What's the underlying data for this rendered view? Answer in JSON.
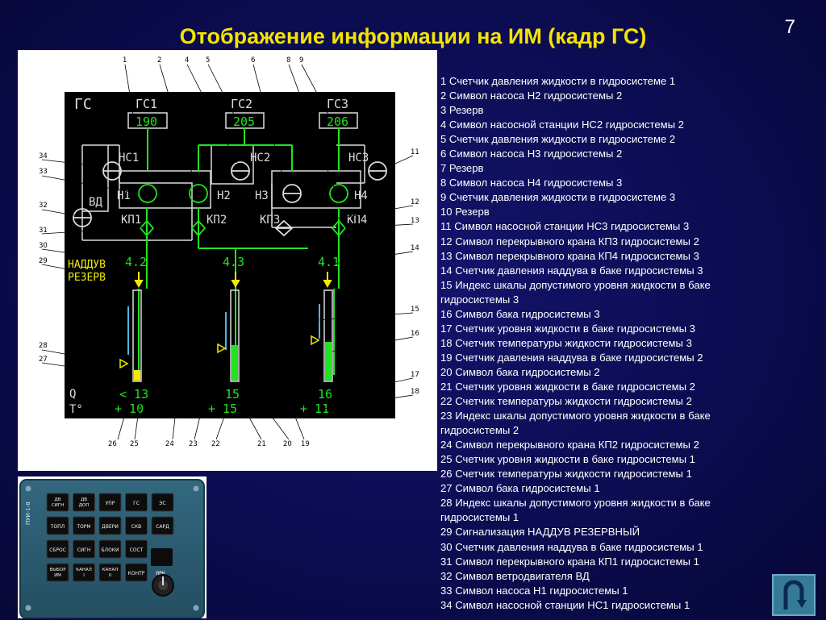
{
  "slide": {
    "title": "Отображение информации на ИМ (кадр ГС)",
    "page_number": "7"
  },
  "display": {
    "frame_title": "ГС",
    "gauges": {
      "gs1": {
        "label": "ГС1",
        "pressure": "190"
      },
      "gs2": {
        "label": "ГС2",
        "pressure": "205"
      },
      "gs3": {
        "label": "ГС3",
        "pressure": "206"
      }
    },
    "labels": {
      "ns1": "НС1",
      "ns2": "НС2",
      "ns3": "НС3",
      "n1": "Н1",
      "n2": "Н2",
      "n3": "Н3",
      "n4": "Н4",
      "vd": "ВД",
      "kp1": "КП1",
      "kp2": "КП2",
      "kp3": "КП3",
      "kp4": "КП4",
      "naddub": "НАДДУВ",
      "rezerv": "РЕЗЕРВ",
      "q": "Q",
      "t": "Т°"
    },
    "tanks": {
      "t1": {
        "boost": "4.2",
        "level": "< 13",
        "temp": "+ 10",
        "fill": 0.12
      },
      "t2": {
        "boost": "4.3",
        "level": "15",
        "temp": "+ 15",
        "fill": 0.4
      },
      "t3": {
        "boost": "4.1",
        "level": "16",
        "temp": "+ 11",
        "fill": 0.43
      }
    },
    "callouts": [
      "1",
      "2",
      "4",
      "5",
      "6",
      "8",
      "9",
      "34",
      "33",
      "32",
      "31",
      "30",
      "29",
      "28",
      "27",
      "11",
      "12",
      "13",
      "14",
      "15",
      "16",
      "17",
      "18",
      "26",
      "25",
      "24",
      "23",
      "22",
      "21",
      "20",
      "19"
    ]
  },
  "legend": [
    "1 Счетчик давления жидкости в гидросистеме 1",
    "2 Символ насоса Н2 гидросистемы 2",
    "3 Резерв",
    "4 Символ насосной станции НС2 гидросистемы 2",
    "5 Счетчик давления жидкости в гидросистеме 2",
    "6 Символ насоса Н3 гидросистемы 2",
    "7 Резерв",
    "8 Символ насоса Н4 гидросистемы 3",
    "9 Счетчик давления жидкости в гидросистеме 3",
    "10 Резерв",
    "11 Символ насосной станции НС3 гидросистемы 3",
    "12 Символ перекрывного крана КП3 гидросистемы 2",
    "13 Символ перекрывного крана КП4 гидросистемы 3",
    "14 Счетчик давления наддува в баке гидросистемы 3",
    "15 Индекс шкалы допустимого уровня жидкости в баке гидросистемы 3",
    "16 Символ бака гидросистемы 3",
    "17 Счетчик уровня жидкости в баке гидросистемы 3",
    "18 Счетчик температуры жидкости гидросистемы 3",
    "19 Счетчик давления наддува в баке гидросистемы 2",
    "20 Символ бака гидросистемы 2",
    "21 Счетчик уровня жидкости в баке гидросистемы 2",
    "22 Счетчик температуры жидкости гидросистемы 2",
    "23 Индекс шкалы допустимого уровня жидкости в баке гидросистемы 2",
    "24 Символ перекрывного крана КП2 гидросистемы 2",
    "25 Счетчик уровня жидкости в баке гидросистемы 1",
    "26 Счетчик температуры жидкости гидросистемы 1",
    "27 Символ бака гидросистемы 1",
    "28 Индекс шкалы допустимого уровня жидкости в баке гидросистемы 1",
    "29 Сигнализация НАДДУВ РЕЗЕРВНЫЙ",
    "30 Счетчик давления наддува в баке гидросистемы 1",
    "31 Символ перекрывного крана КП1 гидросистемы 1",
    "32 Символ ветродвигателя ВД",
    "33 Символ насоса Н1 гидросистемы 1",
    "34 Символ насосной станции НС1 гидросистемы 1"
  ],
  "panel": {
    "side_label": "ПУИ-1-8",
    "knob_label": "ЯРК",
    "buttons": [
      [
        "ДВ СИГН",
        "ДВ ДОП",
        "УПР",
        "ГС",
        "ЭС"
      ],
      [
        "ТОПЛ",
        "ТОРМ",
        "ДВЕРИ",
        "СКВ",
        "САРД"
      ],
      [
        "СБРОС",
        "СИГН",
        "БЛОКИ",
        "СОСТ",
        ""
      ],
      [
        "ВЫБОР ИМ",
        "КАНАЛ I",
        "КАНАЛ II",
        "КОНТР",
        ""
      ]
    ]
  },
  "colors": {
    "title": "#f4e300",
    "slide_bg": "#0c0c52",
    "display_green": "#1fe51f",
    "display_yellow": "#f0ec00",
    "display_cyan": "#4fb4e6",
    "panel_bg": "#2b5a70"
  },
  "nav": {
    "icon": "u-turn-return-icon"
  }
}
